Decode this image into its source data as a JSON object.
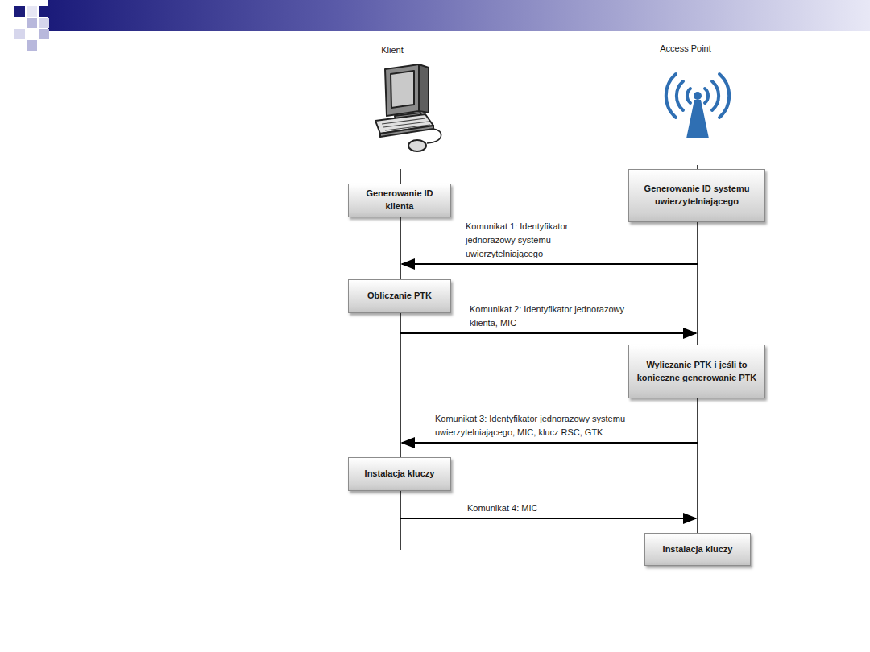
{
  "diagram": {
    "nodes": [
      {
        "text": [
          "Generowanie ID klienta"
        ]
      },
      {
        "text": [
          "Generowanie ID systemu uwierzytelniającego"
        ]
      },
      {
        "text": [
          "Obliczanie PTK"
        ]
      },
      {
        "text": [
          "Wyliczanie PTK i jeśli to konieczne generowanie PTK"
        ]
      },
      {
        "text": [
          "Instalacja kluczy"
        ]
      },
      {
        "text": [
          "Instalacja kluczy"
        ]
      }
    ],
    "labels": [
      "Klient",
      "Access Point",
      "Komunikat 1: Identyfikator jednorazowy systemu uwierzytelniającego",
      "Komunikat 2: Identyfikator jednorazowy klienta, MIC",
      "Komunikat 3: Identyfikator jednorazowy systemu uwierzytelniającego, MIC, klucz RSC, GTK",
      "Komunikat 4: MIC"
    ]
  }
}
